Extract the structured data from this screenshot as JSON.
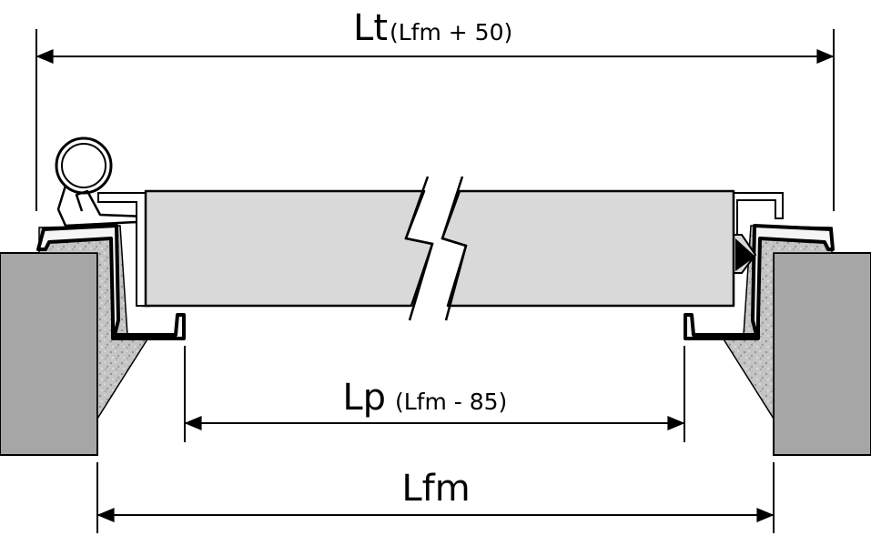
{
  "dimensions": {
    "total": {
      "label": "Lt",
      "formula": "(Lfm + 50)"
    },
    "passage": {
      "label": "Lp",
      "formula": "(Lfm - 85)"
    },
    "opening": {
      "label": "Lfm"
    }
  }
}
